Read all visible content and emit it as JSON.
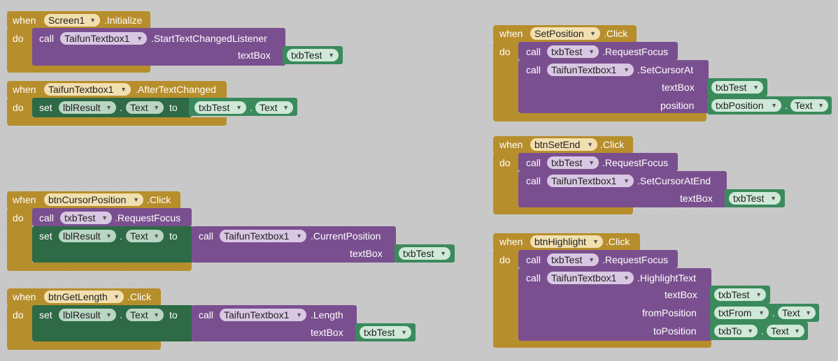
{
  "blocks": {
    "screen_init": {
      "when": "when",
      "component": "Screen1",
      "event": ".Initialize",
      "do": "do",
      "call": {
        "label": "call",
        "component": "TaifunTextbox1",
        "method": ".StartTextChangedListener",
        "param": "textBox",
        "arg": "txbTest"
      }
    },
    "after_changed": {
      "when": "when",
      "component": "TaifunTextbox1",
      "event": ".AfterTextChanged",
      "do": "do",
      "set": {
        "label": "set",
        "target": "lblResult",
        "dot": ".",
        "prop": "Text",
        "to": "to",
        "src": "txbTest",
        "src_dot": ".",
        "src_prop": "Text"
      }
    },
    "cursor_position": {
      "when": "when",
      "component": "btnCursorPosition",
      "event": ".Click",
      "do": "do",
      "call": {
        "label": "call",
        "component": "txbTest",
        "method": ".RequestFocus"
      },
      "set": {
        "label": "set",
        "target": "lblResult",
        "dot": ".",
        "prop": "Text",
        "to": "to",
        "call": "call",
        "component": "TaifunTextbox1",
        "method": ".CurrentPosition",
        "param": "textBox",
        "arg": "txbTest"
      }
    },
    "get_length": {
      "when": "when",
      "component": "btnGetLength",
      "event": ".Click",
      "do": "do",
      "set": {
        "label": "set",
        "target": "lblResult",
        "dot": ".",
        "prop": "Text",
        "to": "to",
        "call": "call",
        "component": "TaifunTextbox1",
        "method": ".Length",
        "param": "textBox",
        "arg": "txbTest"
      }
    },
    "set_position": {
      "when": "when",
      "component": "SetPosition",
      "event": ".Click",
      "do": "do",
      "call1": {
        "label": "call",
        "component": "txbTest",
        "method": ".RequestFocus"
      },
      "call2": {
        "label": "call",
        "component": "TaifunTextbox1",
        "method": ".SetCursorAt",
        "param1": "textBox",
        "arg1": "txbTest",
        "param2": "position",
        "arg2": "txbPosition",
        "arg2_dot": ".",
        "arg2_prop": "Text"
      }
    },
    "set_end": {
      "when": "when",
      "component": "btnSetEnd",
      "event": ".Click",
      "do": "do",
      "call1": {
        "label": "call",
        "component": "txbTest",
        "method": ".RequestFocus"
      },
      "call2": {
        "label": "call",
        "component": "TaifunTextbox1",
        "method": ".SetCursorAtEnd",
        "param": "textBox",
        "arg": "txbTest"
      }
    },
    "highlight": {
      "when": "when",
      "component": "btnHighlight",
      "event": ".Click",
      "do": "do",
      "call1": {
        "label": "call",
        "component": "txbTest",
        "method": ".RequestFocus"
      },
      "call2": {
        "label": "call",
        "component": "TaifunTextbox1",
        "method": ".HighlightText",
        "param1": "textBox",
        "arg1": "txbTest",
        "param2": "fromPosition",
        "arg2": "txtFrom",
        "arg2_dot": ".",
        "arg2_prop": "Text",
        "param3": "toPosition",
        "arg3": "txbTo",
        "arg3_dot": ".",
        "arg3_prop": "Text"
      }
    }
  },
  "icons": {
    "dropdown": "dropdown-arrow-icon"
  },
  "colors": {
    "event": "#b78e2c",
    "procedure": "#7a4f8f",
    "setter": "#2d6a45",
    "value": "#3a8a5c"
  }
}
